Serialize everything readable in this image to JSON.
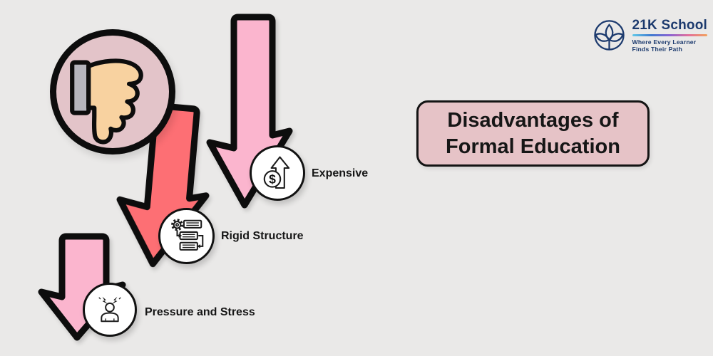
{
  "canvas": {
    "bg_color": "#eae9e8"
  },
  "header": {
    "logo": {
      "brand": "21K School",
      "tagline_line1": "Where Every Learner",
      "tagline_line2": "Finds Their Path",
      "brand_color": "#1c3a6e",
      "divider_gradient": [
        "#62c9e8",
        "#3f7ad0",
        "#8a63d2",
        "#e36f9a",
        "#f2a25c"
      ]
    }
  },
  "title_card": {
    "line1": "Disadvantages of",
    "line2": "Formal Education",
    "bg_color": "#e6c3c7"
  },
  "items": [
    {
      "label": "Expensive",
      "icon": "rising-cost-icon",
      "arrow_color": "#fbb5ce"
    },
    {
      "label": "Rigid Structure",
      "icon": "process-gear-icon",
      "arrow_color": "#fd6f74"
    },
    {
      "label": "Pressure and Stress",
      "icon": "stressed-person-icon",
      "arrow_color": "#fbb5ce"
    }
  ],
  "graphic": {
    "thumbs_down_circle_color": "#e3c4c9",
    "hand_color": "#f8d2a0",
    "cuff_color": "#b5b5bd",
    "dollar_symbol": "$"
  }
}
